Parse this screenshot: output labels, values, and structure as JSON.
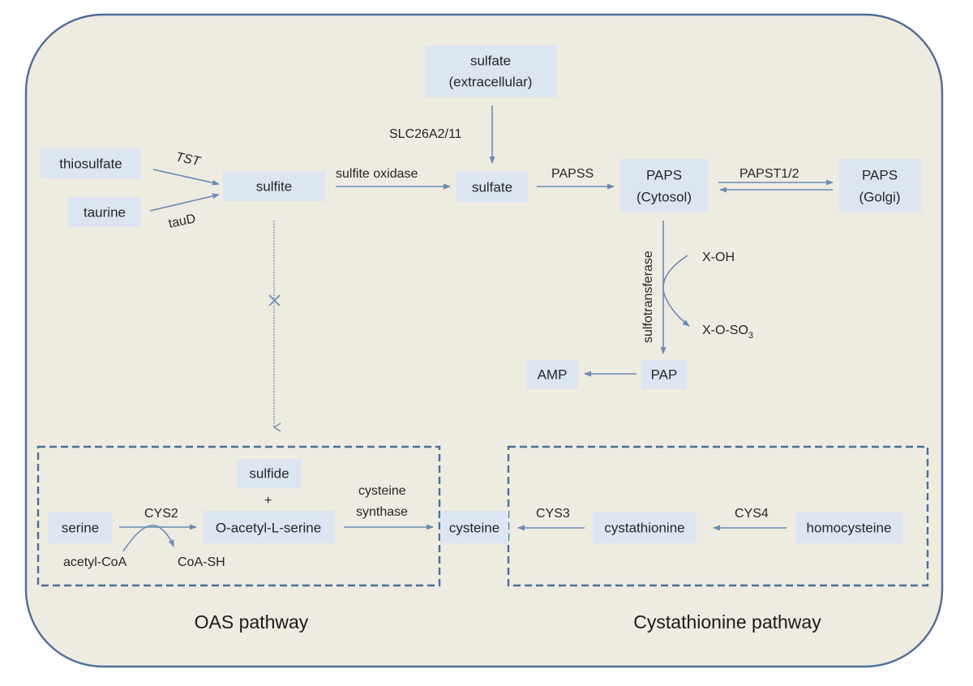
{
  "nodes": {
    "thiosulfate": "thiosulfate",
    "taurine": "taurine",
    "sulfite": "sulfite",
    "sulfate_extracellular_line1": "sulfate",
    "sulfate_extracellular_line2": "(extracellular)",
    "sulfate": "sulfate",
    "paps_cytosol_line1": "PAPS",
    "paps_cytosol_line2": "(Cytosol)",
    "paps_golgi_line1": "PAPS",
    "paps_golgi_line2": "(Golgi)",
    "pap": "PAP",
    "amp": "AMP",
    "sulfide": "sulfide",
    "serine": "serine",
    "o_acetyl_l_serine": "O-acetyl-L-serine",
    "cysteine": "cysteine",
    "cystathionine": "cystathionine",
    "homocysteine": "homocysteine"
  },
  "labels": {
    "tst": "TST",
    "taud": "tauD",
    "sulfite_oxidase": "sulfite oxidase",
    "slc26a2_11": "SLC26A2/11",
    "papss": "PAPSS",
    "papst1_2": "PAPST1/2",
    "sulfotransferase": "sulfotransferase",
    "x_oh": "X-OH",
    "x_o_so3_base": "X-O-SO",
    "x_o_so3_sub": "3",
    "plus": "+",
    "cys2": "CYS2",
    "acetyl_coa": "acetyl-CoA",
    "coa_sh": "CoA-SH",
    "cysteine_synthase_line1": "cysteine",
    "cysteine_synthase_line2": "synthase",
    "cys3": "CYS3",
    "cys4": "CYS4"
  },
  "pathways": {
    "oas": "OAS pathway",
    "cystathionine": "Cystathionine pathway"
  },
  "colors": {
    "cell_fill": "#eeebe1",
    "cell_border": "#4e6d97",
    "node_fill": "#dce6f2",
    "arrow": "#6a8bb4",
    "text": "#262626"
  }
}
